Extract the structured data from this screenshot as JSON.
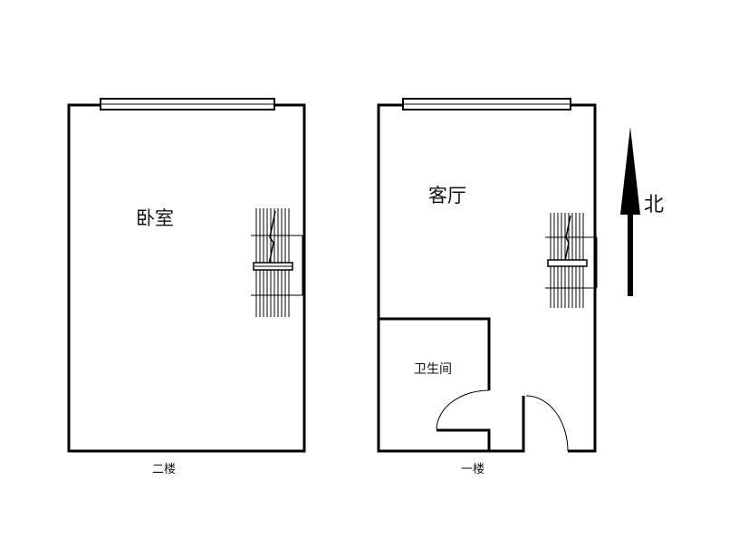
{
  "rooms": {
    "bedroom": "卧室",
    "living_room": "客厅",
    "bathroom": "卫生间"
  },
  "floors": {
    "second": "二楼",
    "first": "一楼"
  },
  "compass": {
    "north": "北"
  },
  "colors": {
    "line": "#000000",
    "background": "#ffffff"
  }
}
